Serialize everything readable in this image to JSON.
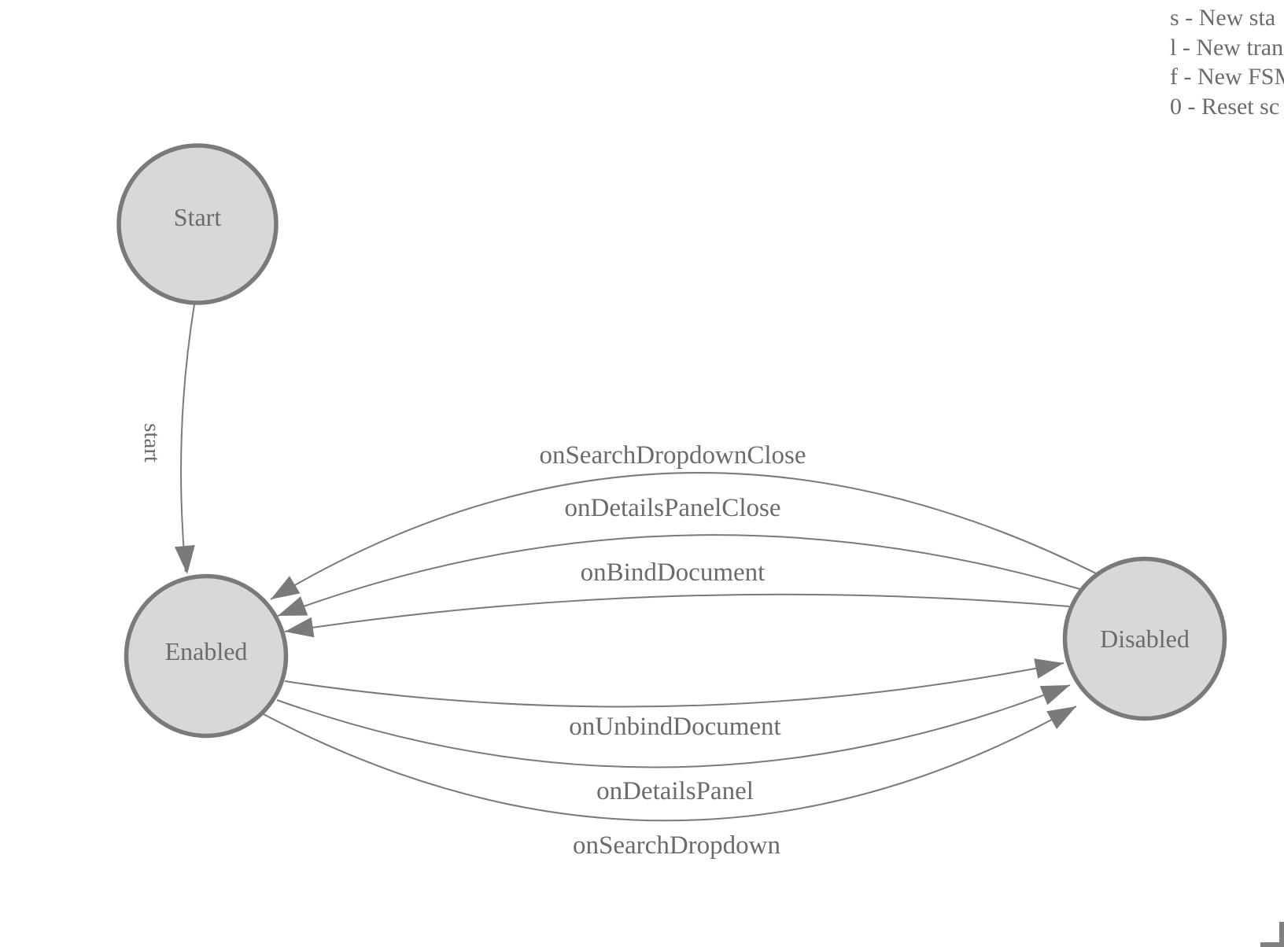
{
  "colors": {
    "node_fill": "#d8d8d8",
    "node_stroke": "#7a7a7a",
    "edge_stroke": "#7a7a7a",
    "label_text": "#6b6b6b"
  },
  "legend": {
    "lines": [
      "s - New sta",
      "l - New tran",
      "f - New FSM",
      "0 - Reset sc"
    ]
  },
  "fsm": {
    "nodes": [
      {
        "label": "Start"
      },
      {
        "label": "Enabled"
      },
      {
        "label": "Disabled"
      }
    ],
    "edges": [
      {
        "label": "start",
        "from": "Start",
        "to": "Enabled"
      },
      {
        "label": "onSearchDropdownClose",
        "from": "Disabled",
        "to": "Enabled"
      },
      {
        "label": "onDetailsPanelClose",
        "from": "Disabled",
        "to": "Enabled"
      },
      {
        "label": "onBindDocument",
        "from": "Disabled",
        "to": "Enabled"
      },
      {
        "label": "onUnbindDocument",
        "from": "Enabled",
        "to": "Disabled"
      },
      {
        "label": "onDetailsPanel",
        "from": "Enabled",
        "to": "Disabled"
      },
      {
        "label": "onSearchDropdown",
        "from": "Enabled",
        "to": "Disabled"
      }
    ]
  }
}
